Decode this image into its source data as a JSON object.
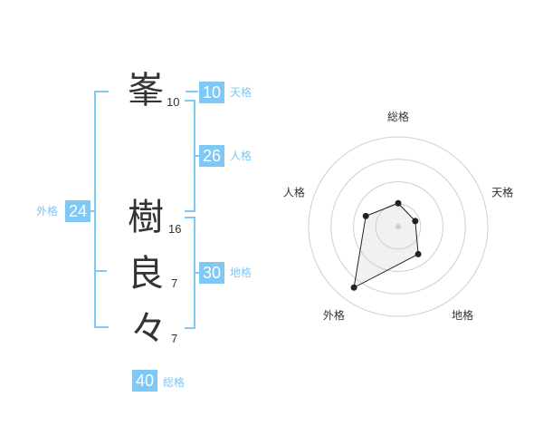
{
  "name": {
    "chars": [
      {
        "char": "峯",
        "strokes": "10"
      },
      {
        "char": "樹",
        "strokes": "16"
      },
      {
        "char": "良",
        "strokes": "7"
      },
      {
        "char": "々",
        "strokes": "7"
      }
    ]
  },
  "fortune": {
    "tenkaku": {
      "label": "天格",
      "value": "10"
    },
    "jinkaku": {
      "label": "人格",
      "value": "26"
    },
    "chikaku": {
      "label": "地格",
      "value": "30"
    },
    "gaikaku": {
      "label": "外格",
      "value": "24"
    },
    "soukaku": {
      "label": "総格",
      "value": "40"
    }
  },
  "radar": {
    "labels": [
      "総格",
      "天格",
      "地格",
      "外格",
      "人格"
    ],
    "scores": [
      0.26,
      0.2,
      0.38,
      0.84,
      0.38
    ],
    "rings": 4
  }
}
